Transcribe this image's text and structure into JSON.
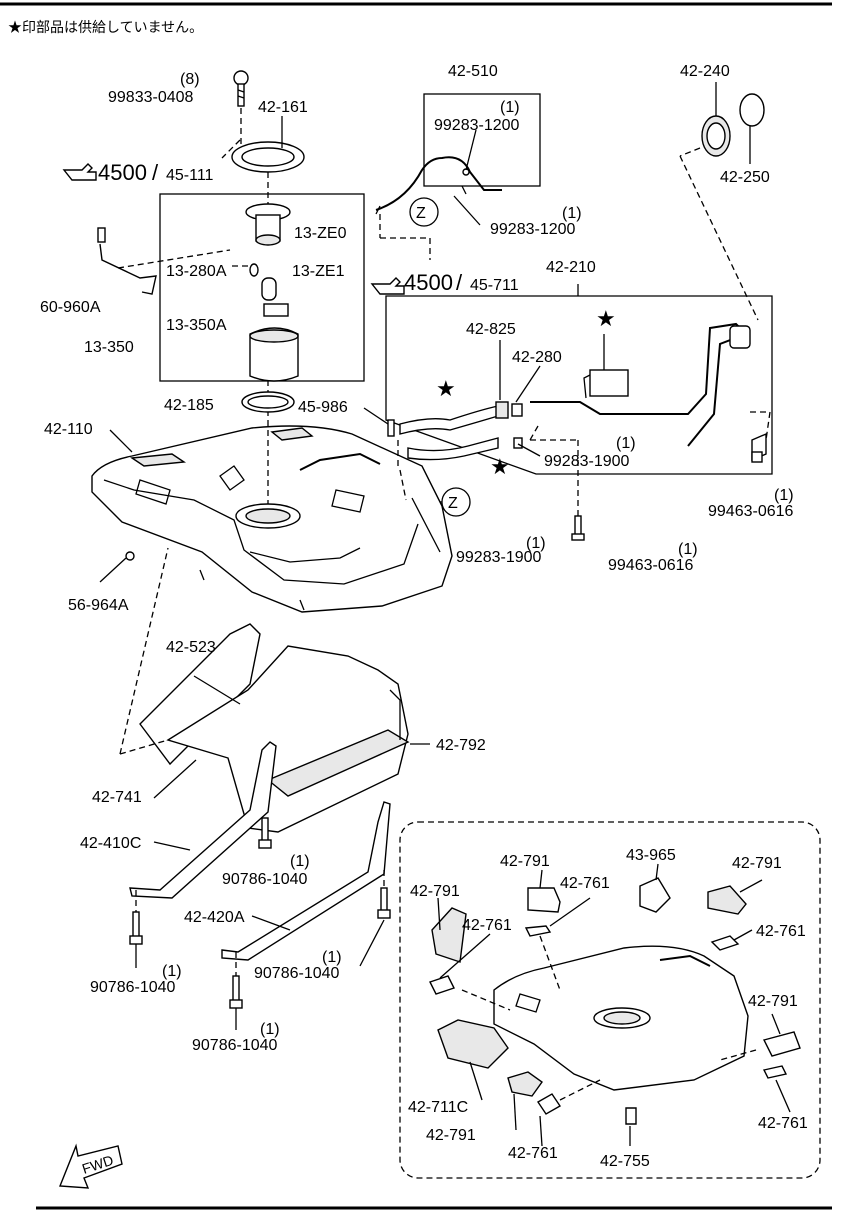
{
  "note": "★印部品は供給していません。",
  "fwd_label": "FWD",
  "refs": [
    {
      "num": "4500",
      "sub": "45-111"
    },
    {
      "num": "4500",
      "sub": "45-711"
    }
  ],
  "zone_marker": "Z",
  "callouts": {
    "p99833": "99833-0408",
    "p99833_qty": "(8)",
    "p42161": "42-161",
    "p42510": "42-510",
    "p99283a_qty": "(1)",
    "p99283a": "99283-1200",
    "p99283b_qty": "(1)",
    "p99283b": "99283-1200",
    "p42240": "42-240",
    "p42250": "42-250",
    "p13ze0": "13-ZE0",
    "p13280a": "13-280A",
    "p13ze1": "13-ZE1",
    "p60960a": "60-960A",
    "p13350a": "13-350A",
    "p13350": "13-350",
    "p42210": "42-210",
    "p42825": "42-825",
    "p42280": "42-280",
    "p42185": "42-185",
    "p45986": "45-986",
    "p42110": "42-110",
    "p99283c_qty": "(1)",
    "p99283c": "99283-1900",
    "p99463a_qty": "(1)",
    "p99463a": "99463-0616",
    "p99283d_qty": "(1)",
    "p99283d": "99283-1900",
    "p99463b_qty": "(1)",
    "p99463b": "99463-0616",
    "p56964a": "56-964A",
    "p42523": "42-523",
    "p42792": "42-792",
    "p42741": "42-741",
    "p42410c": "42-410C",
    "p90786a_qty": "(1)",
    "p90786a": "90786-1040",
    "p42420a": "42-420A",
    "p90786b_qty": "(1)",
    "p90786b": "90786-1040",
    "p90786c_qty": "(1)",
    "p90786c": "90786-1040",
    "p90786d_qty": "(1)",
    "p90786d": "90786-1040",
    "i42791a": "42-791",
    "i43965": "43-965",
    "i42791b": "42-791",
    "i42791c": "42-791",
    "i42761a": "42-761",
    "i42761b": "42-761",
    "i42761c": "42-761",
    "i42791d": "42-791",
    "i42711c": "42-711C",
    "i42791e": "42-791",
    "i42761d": "42-761",
    "i42755": "42-755",
    "i42761e": "42-761"
  }
}
